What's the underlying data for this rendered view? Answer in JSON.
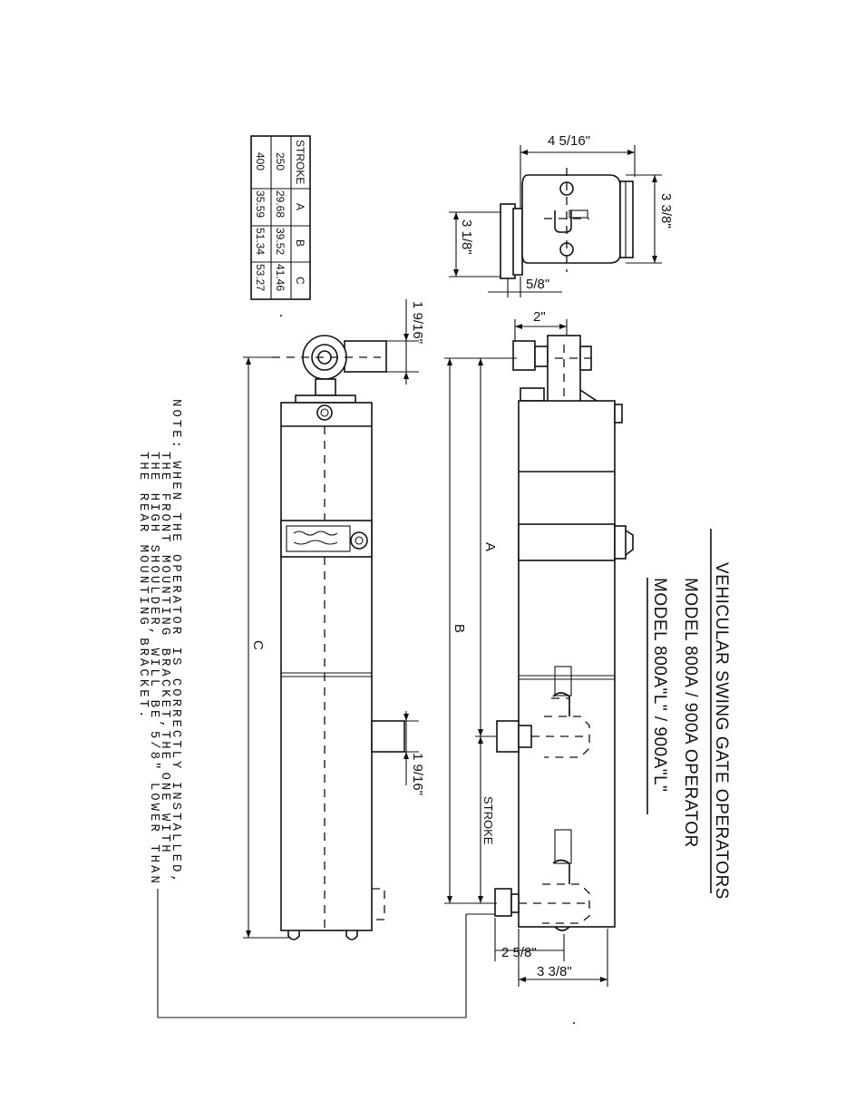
{
  "title": {
    "line1": "VEHICULAR SWING GATE OPERATORS",
    "line2": "MODEL 800A / 900A OPERATOR",
    "line3": "MODEL 800A\"L\" / 900A\"L\""
  },
  "dimensions": {
    "end_width": "4 5/16\"",
    "end_height": "3 3/8\"",
    "end_mount": "3 1/8\"",
    "end_offset": "5/8\"",
    "front_bracket": "2\"",
    "rear_bracket": "2 5/8\"",
    "body_height": "3 3/8\"",
    "shoulder_top": "1 9/16\"",
    "shoulder_bottom": "1 9/16\"",
    "label_a": "A",
    "label_b": "B",
    "label_c": "C",
    "label_stroke": "STROKE"
  },
  "table": {
    "headers": [
      "STROKE",
      "A",
      "B",
      "C"
    ],
    "rows": [
      [
        "250",
        "29.68",
        "39.52",
        "41.46"
      ],
      [
        "400",
        "35.59",
        "51.34",
        "53.27"
      ]
    ]
  },
  "note": {
    "line1": "NOTE:  WHEN THE OPERATOR IS CORRECTLY INSTALLED,",
    "line2": "THE FRONT MOUNTING BRACKET,THE ONE WITH",
    "line3": "THE HIGH SHOULDER, WILL BE 5/8\" LOWER THAN",
    "line4": "THE REAR MOUNTING BRACKET."
  }
}
